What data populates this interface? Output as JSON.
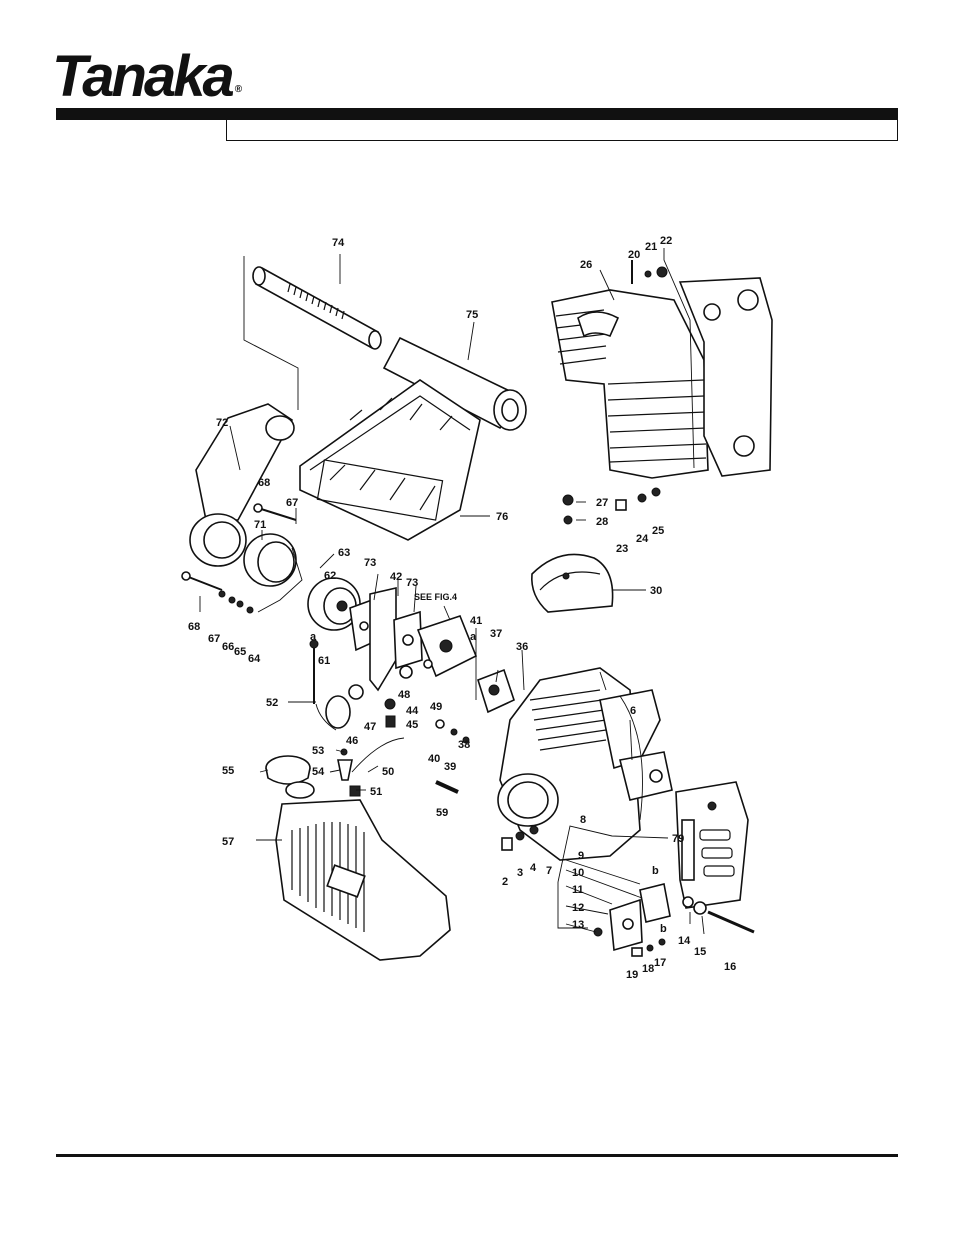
{
  "brand": {
    "logo_text": "Tanaka",
    "registered": "®"
  },
  "diagram": {
    "note": "SEE FIG.4",
    "callouts": [
      "74",
      "75",
      "72",
      "76",
      "68",
      "67",
      "71",
      "63",
      "62",
      "68",
      "67",
      "66",
      "65",
      "64",
      "61",
      "73",
      "42",
      "73",
      "41",
      "37",
      "36",
      "52",
      "48",
      "49",
      "44",
      "45",
      "47",
      "46",
      "53",
      "54",
      "40",
      "39",
      "38",
      "50",
      "55",
      "51",
      "59",
      "57",
      "26",
      "20",
      "21",
      "22",
      "27",
      "28",
      "23",
      "24",
      "25",
      "30",
      "6",
      "8",
      "79",
      "2",
      "3",
      "4",
      "7",
      "9",
      "10",
      "11",
      "12",
      "13",
      "14",
      "15",
      "16",
      "19",
      "18",
      "17",
      "b",
      "b",
      "a",
      "a"
    ]
  }
}
